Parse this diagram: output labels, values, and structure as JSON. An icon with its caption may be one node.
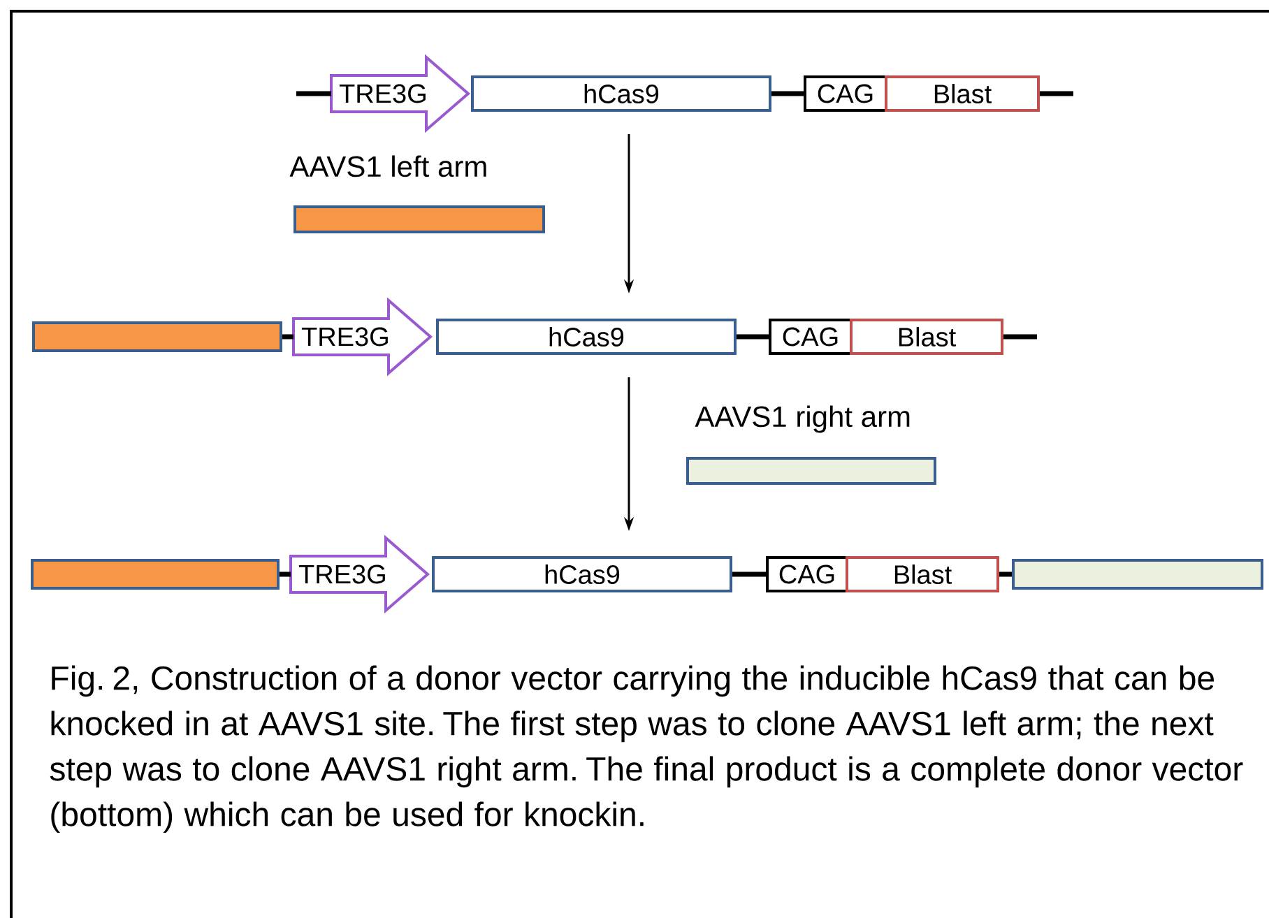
{
  "diagram": {
    "nodes": [
      {
        "text": [
          "TRE3G"
        ]
      },
      {
        "text": [
          "hCas9"
        ]
      },
      {
        "text": [
          "CAG"
        ]
      },
      {
        "text": [
          "Blast"
        ]
      },
      {
        "text": [
          "AAVS1 left arm"
        ]
      },
      {
        "text": [],
        "shape": "bar"
      },
      {
        "text": [
          "TRE3G"
        ]
      },
      {
        "text": [
          "hCas9"
        ]
      },
      {
        "text": [
          "CAG"
        ]
      },
      {
        "text": [
          "Blast"
        ]
      },
      {
        "text": [
          "AAVS1 right arm"
        ]
      },
      {
        "text": [],
        "shape": "bar"
      },
      {
        "text": [
          "TRE3G"
        ]
      },
      {
        "text": [
          "hCas9"
        ]
      },
      {
        "text": [
          "CAG"
        ]
      },
      {
        "text": [
          "Blast"
        ]
      },
      {
        "text": [],
        "shape": "bar"
      }
    ],
    "edges": [
      {
        "from": 1,
        "to": 7,
        "arrow": "to"
      },
      {
        "from": 7,
        "to": 13,
        "arrow": "to"
      },
      {
        "from": null,
        "to": 0,
        "arrow": "none"
      },
      {
        "from": 1,
        "to": 2,
        "arrow": "none"
      },
      {
        "from": 3,
        "to": null,
        "arrow": "none"
      },
      {
        "from": 5,
        "to": 6,
        "arrow": "none"
      },
      {
        "from": 7,
        "to": 8,
        "arrow": "none"
      },
      {
        "from": 9,
        "to": null,
        "arrow": "none"
      },
      {
        "from": 11,
        "to": 12,
        "arrow": "none"
      },
      {
        "from": 13,
        "to": 14,
        "arrow": "none"
      },
      {
        "from": 15,
        "to": 16,
        "arrow": "none"
      }
    ],
    "caption": "Fig. 2, Construction of a donor vector carrying the inducible hCas9 that can be knocked in at AAVS1 site. The first step was to clone AAVS1 left arm; the next step was to clone AAVS1 right arm. The final product is a complete donor vector (bottom) which can be used for knockin."
  }
}
